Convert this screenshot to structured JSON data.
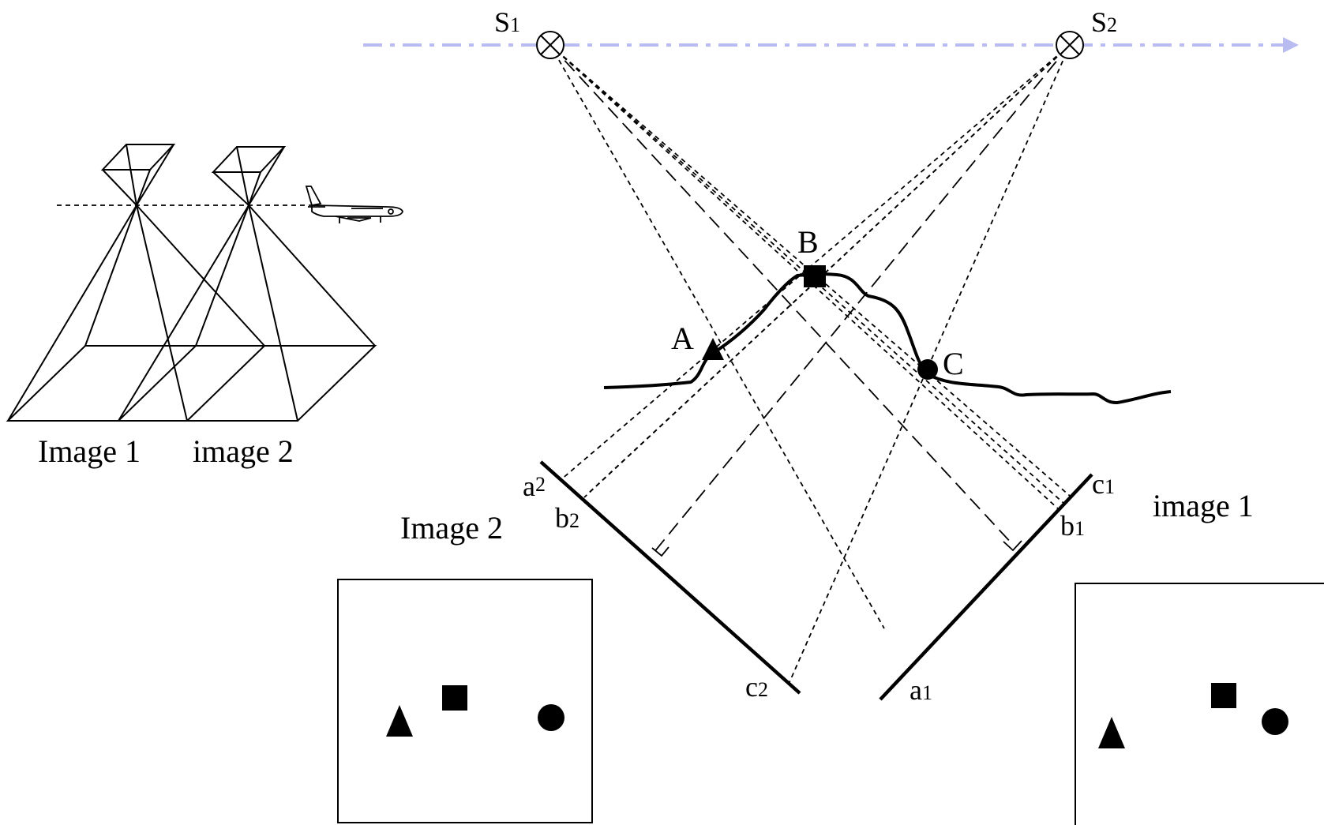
{
  "colors": {
    "ink": "#000000",
    "flight_path": "#b8bcf0",
    "background": "#ffffff"
  },
  "inset": {
    "label_image1": "Image 1",
    "label_image2": "image 2",
    "aircraft_icon": "airplane-icon"
  },
  "stations": {
    "s1": {
      "letter": "S",
      "sub": "1"
    },
    "s2": {
      "letter": "S",
      "sub": "2"
    },
    "flight_direction_icon": "arrow-right-icon"
  },
  "ground_points": {
    "a": "A",
    "b": "B",
    "c": "C"
  },
  "image_points": {
    "a1": {
      "letter": "a",
      "sub": "1"
    },
    "b1": {
      "letter": "b",
      "sub": "1"
    },
    "c1": {
      "letter": "c",
      "sub": "1"
    },
    "a2": {
      "letter": "a",
      "sub": "2"
    },
    "b2": {
      "letter": "b",
      "sub": "2"
    },
    "c2": {
      "letter": "c",
      "sub": "2"
    }
  },
  "labels": {
    "image2": "Image 2",
    "image1": "image 1"
  },
  "panels": {
    "left_icons": [
      "triangle-icon",
      "square-icon",
      "circle-icon"
    ],
    "right_icons": [
      "triangle-icon",
      "square-icon",
      "circle-icon"
    ]
  }
}
